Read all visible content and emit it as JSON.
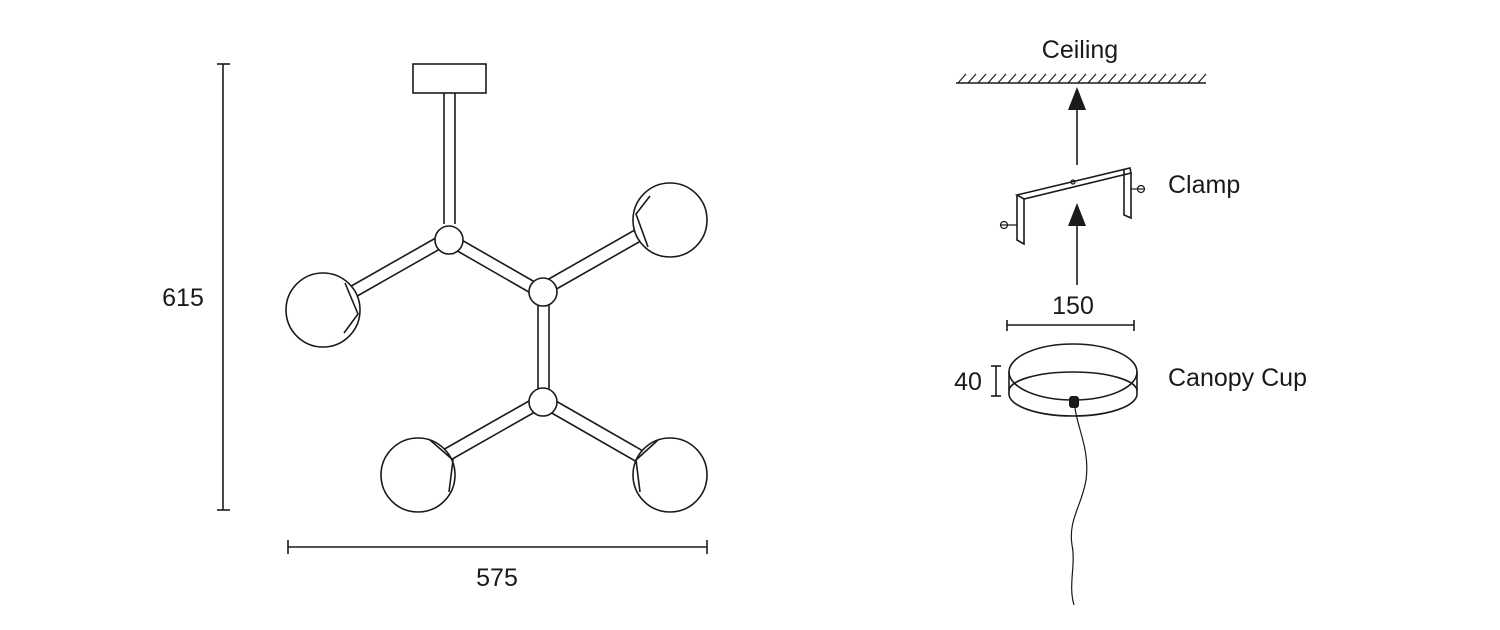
{
  "dimensions": {
    "height": "615",
    "width": "575",
    "clamp_width": "150",
    "canopy_height": "40"
  },
  "labels": {
    "ceiling": "Ceiling",
    "clamp": "Clamp",
    "canopy_cup": "Canopy Cup"
  }
}
